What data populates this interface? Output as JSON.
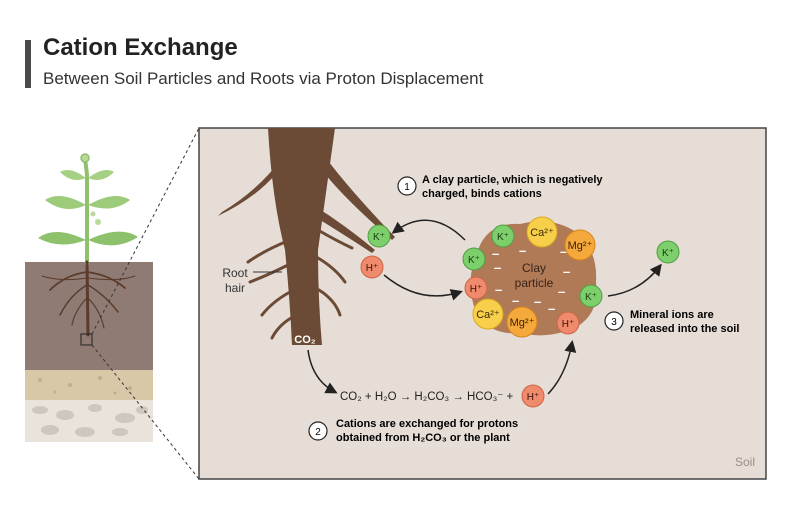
{
  "title": "Cation Exchange",
  "subtitle": "Between Soil Particles and Roots via Proton Displacement",
  "labels": {
    "root_hair_line1": "Root",
    "root_hair_line2": "hair",
    "co2_root": "CO₂",
    "clay_line1": "Clay",
    "clay_line2": "particle",
    "soil": "Soil"
  },
  "steps": [
    {
      "number": "1",
      "line1": "A clay particle, which is negatively",
      "line2": "charged, binds cations"
    },
    {
      "number": "2",
      "line1": "Cations are exchanged for protons",
      "line2": "obtained from H₂CO₃ or the plant"
    },
    {
      "number": "3",
      "line1": "Mineral ions are",
      "line2": "released into the soil"
    }
  ],
  "equation": "CO₂ + H₂O → H₂CO₃ → HCO₃⁻ +",
  "ions": {
    "k": "K⁺",
    "h": "H⁺",
    "ca": "Ca²⁺",
    "mg": "Mg²⁺",
    "negative": "–"
  },
  "colors": {
    "k_ion": "#7ccf6a",
    "h_ion": "#f08a6c",
    "ca_ion": "#f7cf4a",
    "mg_ion": "#f5a93d",
    "clay": "#b07a57",
    "root": "#6b4a36",
    "soil_bg": "#e6ddd6"
  }
}
